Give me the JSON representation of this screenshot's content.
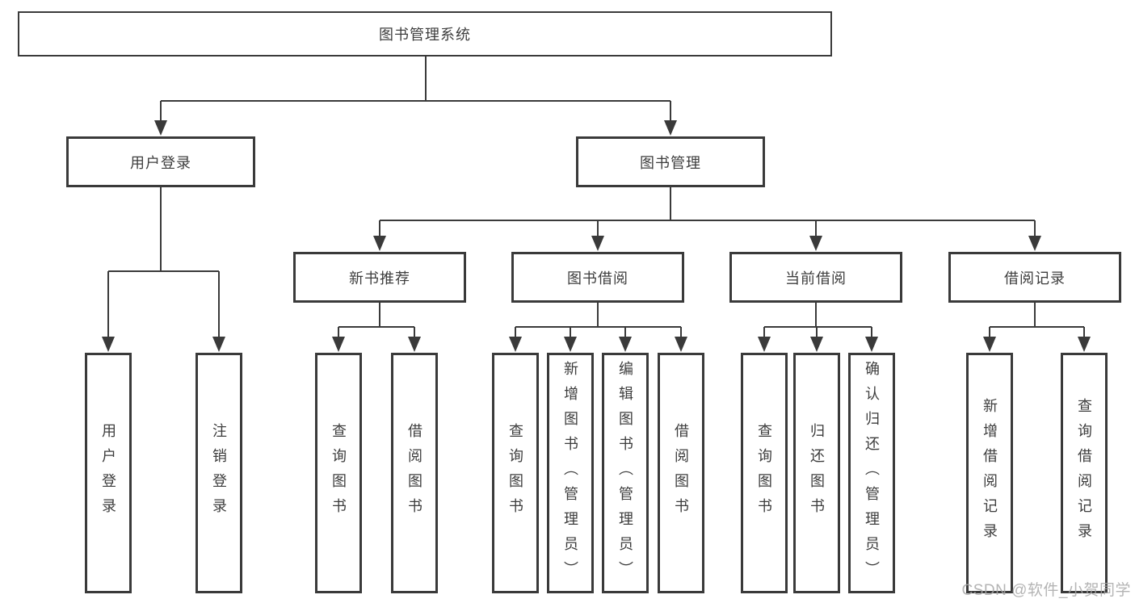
{
  "diagram": {
    "root": "图书管理系统",
    "level2": [
      {
        "label": "用户登录"
      },
      {
        "label": "图书管理"
      }
    ],
    "level3": [
      {
        "label": "新书推荐",
        "parent": "图书管理"
      },
      {
        "label": "图书借阅",
        "parent": "图书管理"
      },
      {
        "label": "当前借阅",
        "parent": "图书管理"
      },
      {
        "label": "借阅记录",
        "parent": "图书管理"
      }
    ],
    "leaves": [
      {
        "label": "用户登录",
        "parent": "用户登录"
      },
      {
        "label": "注销登录",
        "parent": "用户登录"
      },
      {
        "label": "查询图书",
        "parent": "新书推荐"
      },
      {
        "label": "借阅图书",
        "parent": "新书推荐"
      },
      {
        "label": "查询图书",
        "parent": "图书借阅"
      },
      {
        "label": "新增图书（管理员）",
        "parent": "图书借阅"
      },
      {
        "label": "编辑图书（管理员）",
        "parent": "图书借阅"
      },
      {
        "label": "借阅图书",
        "parent": "图书借阅"
      },
      {
        "label": "查询图书",
        "parent": "当前借阅"
      },
      {
        "label": "归还图书",
        "parent": "当前借阅"
      },
      {
        "label": "确认归还（管理员）",
        "parent": "当前借阅"
      },
      {
        "label": "新增借阅记录",
        "parent": "借阅记录"
      },
      {
        "label": "查询借阅记录",
        "parent": "借阅记录"
      }
    ]
  },
  "watermark": "CSDN @软件_小贺同学",
  "colors": {
    "line": "#3a3a3a",
    "text": "#3d3d3d",
    "box_background": "#ffffff",
    "page_background": "#ffffff",
    "watermark": "#a8a8a8"
  }
}
